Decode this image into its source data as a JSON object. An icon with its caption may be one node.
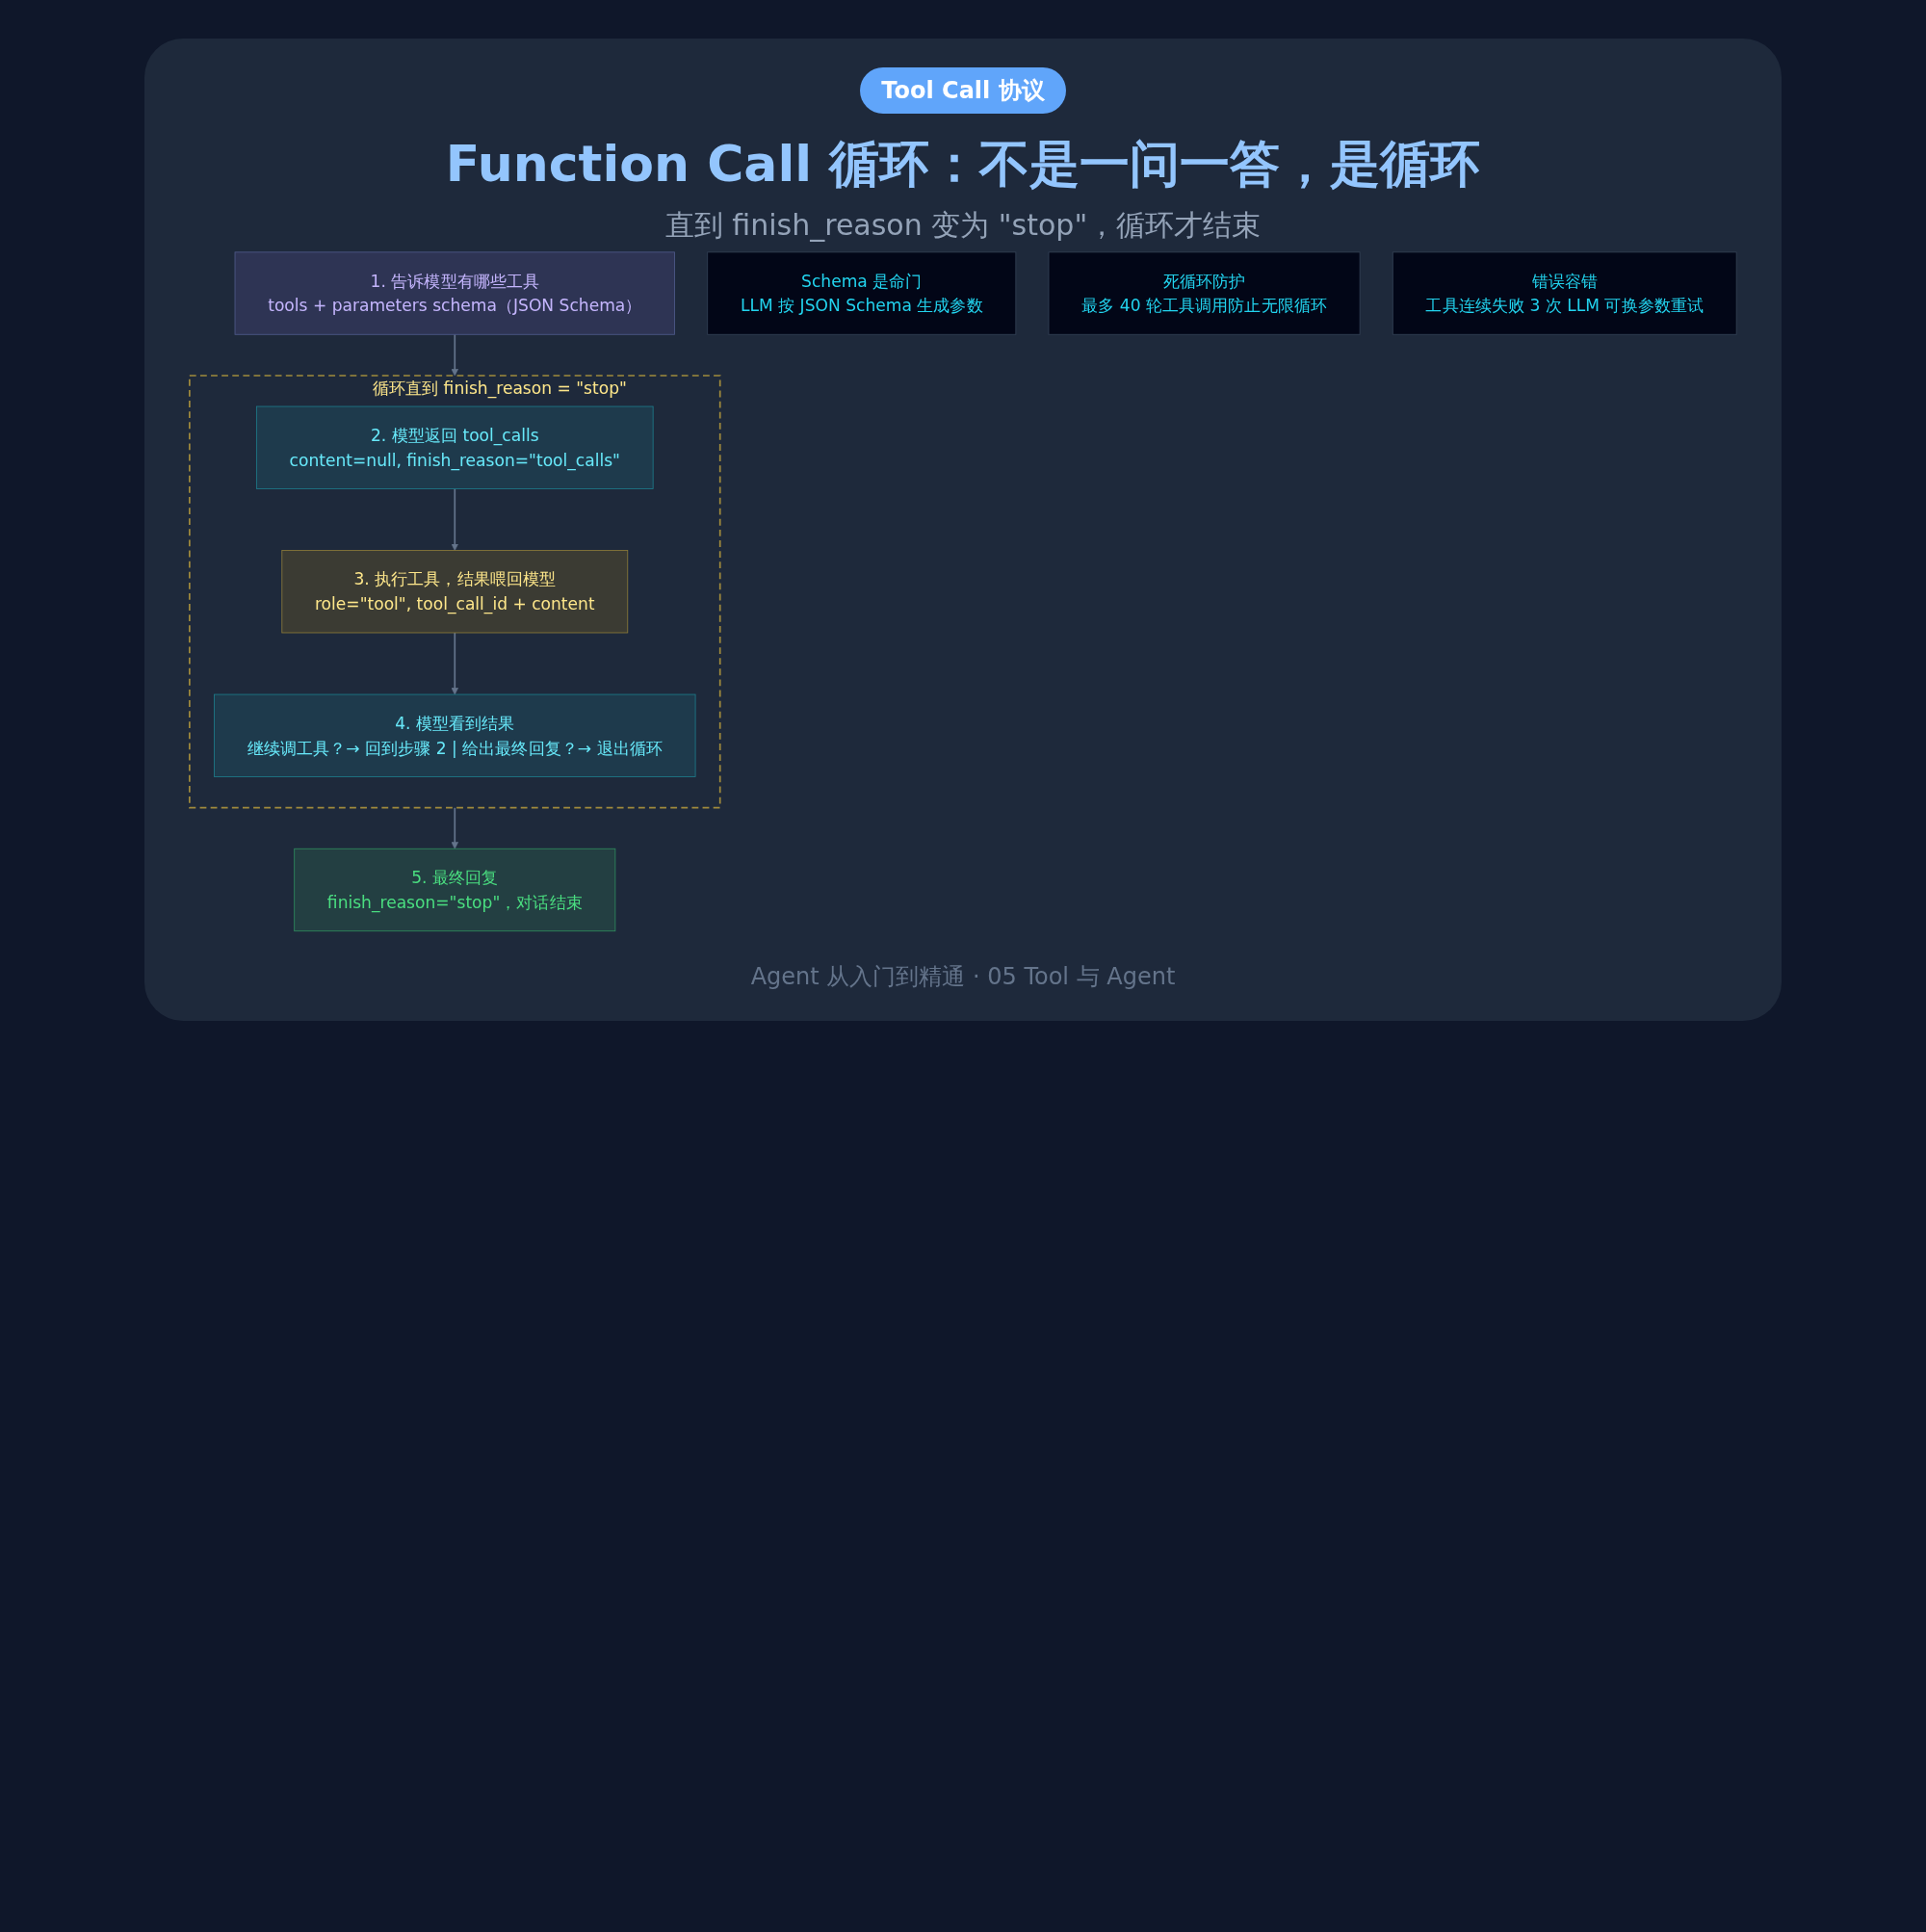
{
  "diagram": {
    "title": "Function Call 循环：不是一问一答，是循环",
    "nodes": [
      {
        "text": [
          "1. 告诉模型有哪些工具",
          "tools + parameters schema（JSON Schema）"
        ]
      },
      {
        "text": [
          "循环直到 finish_reason = \"stop\""
        ]
      },
      {
        "text": [
          "2. 模型返回 tool_calls",
          "content=null, finish_reason=\"tool_calls\""
        ],
        "in": 1
      },
      {
        "text": [
          "3. 执行工具，结果喂回模型",
          "role=\"tool\", tool_call_id + content"
        ],
        "in": 1
      },
      {
        "text": [
          "4. 模型看到结果",
          "继续调工具？→ 回到步骤 2 | 给出最终回复？→ 退出循环"
        ],
        "in": 1
      },
      {
        "text": [
          "5. 最终回复",
          "finish_reason=\"stop\"，对话结束"
        ]
      },
      {
        "text": [
          "Schema 是命门",
          "LLM 按 JSON Schema 生成参数"
        ]
      },
      {
        "text": [
          "死循环防护",
          "最多 40 轮工具调用防止无限循环"
        ]
      },
      {
        "text": [
          "错误容错",
          "工具连续失败 3 次 LLM 可换参数重试"
        ]
      }
    ],
    "edges": [
      {
        "from": 0,
        "to": 1,
        "arrow": "to"
      },
      {
        "from": 2,
        "to": 3,
        "arrow": "to"
      },
      {
        "from": 3,
        "to": 4,
        "arrow": "to"
      },
      {
        "from": 1,
        "to": 5,
        "arrow": "to"
      }
    ],
    "labels": [
      "Tool Call 协议",
      "直到 finish_reason 变为 \"stop\"，循环才结束",
      "Agent 从入门到精通 · 05 Tool 与 Agent"
    ]
  }
}
